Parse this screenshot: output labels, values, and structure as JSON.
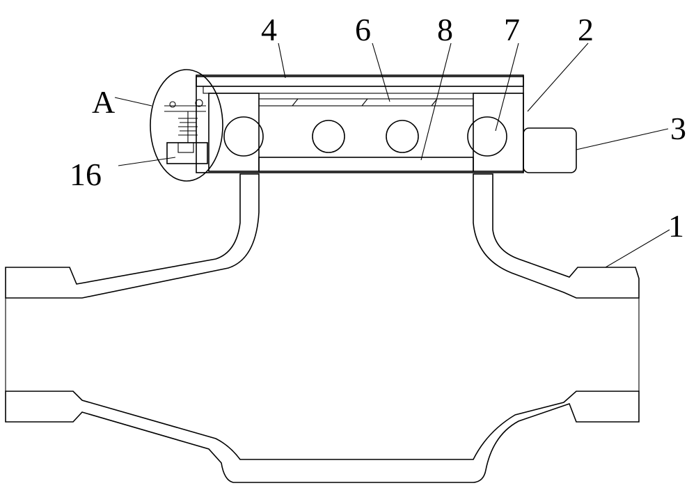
{
  "labels": {
    "l4": "4",
    "l6": "6",
    "l8": "8",
    "l7": "7",
    "l2": "2",
    "l3": "3",
    "lA": "A",
    "l16": "16",
    "l1": "1"
  },
  "colors": {
    "stroke": "#000000",
    "background": "#ffffff"
  }
}
